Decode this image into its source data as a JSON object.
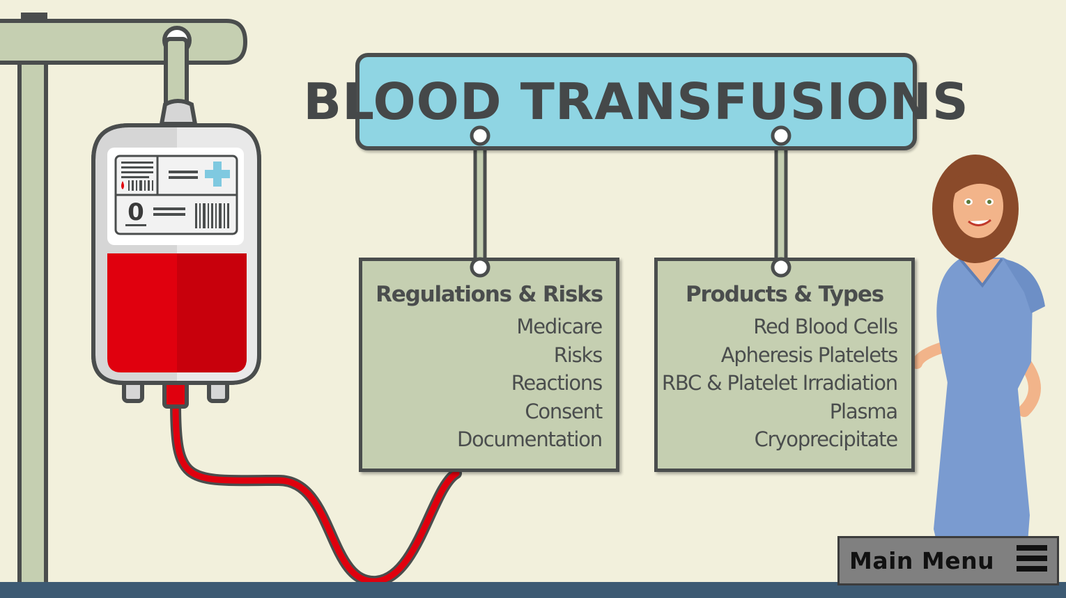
{
  "title": "BLOOD TRANSFUSIONS",
  "panels": {
    "regulations": {
      "heading": "Regulations & Risks",
      "items": [
        "Medicare",
        "Risks",
        "Reactions",
        "Consent",
        "Documentation"
      ]
    },
    "products": {
      "heading": "Products & Types",
      "items": [
        "Red Blood Cells",
        "Apheresis Platelets",
        "RBC & Platelet Irradiation",
        "Plasma",
        "Cryoprecipitate"
      ]
    }
  },
  "blood_bag": {
    "type_label": "0"
  },
  "main_menu": {
    "label": "Main Menu"
  },
  "colors": {
    "background": "#f2f0dc",
    "title_fill": "#8fd5e3",
    "panel_fill": "#c5cfb1",
    "outline": "#4a4d4d",
    "blood": "#e0000e",
    "floor": "#3d5a73",
    "menu_fill": "#808080"
  },
  "icons": [
    "iv-pole-icon",
    "blood-bag-icon",
    "medical-cross-icon",
    "barcode-icon",
    "blood-drop-icon",
    "nurse-character",
    "hamburger-icon"
  ]
}
